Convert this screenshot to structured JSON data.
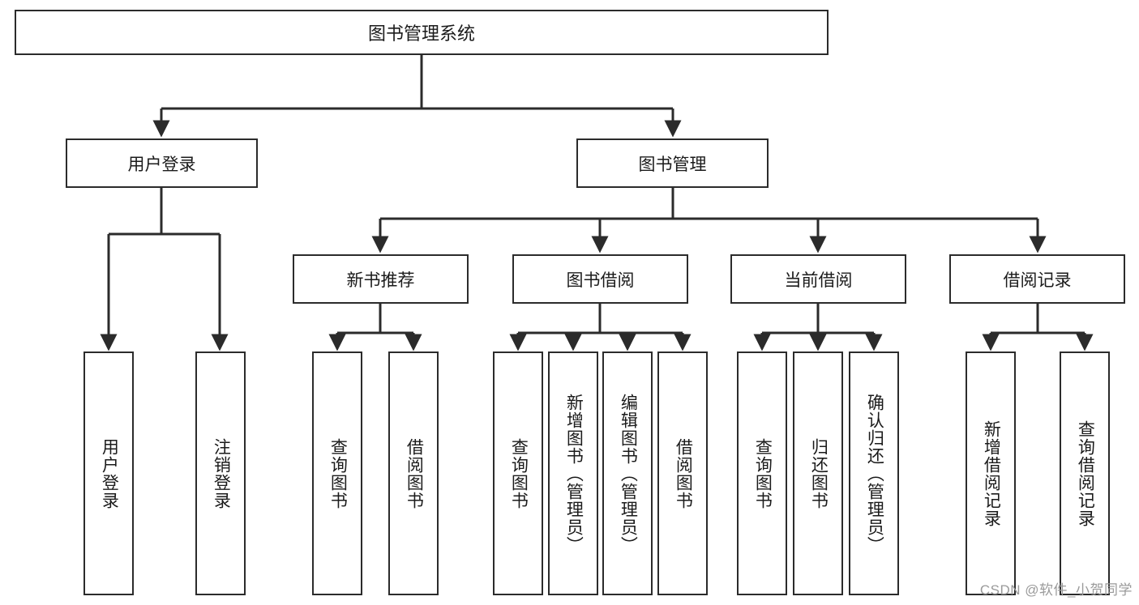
{
  "diagram": {
    "title": "图书管理系统",
    "type": "function-tree",
    "root": {
      "label": "图书管理系统"
    },
    "level2": [
      {
        "label": "用户登录"
      },
      {
        "label": "图书管理"
      }
    ],
    "level3": [
      {
        "label": "新书推荐"
      },
      {
        "label": "图书借阅"
      },
      {
        "label": "当前借阅"
      },
      {
        "label": "借阅记录"
      }
    ],
    "leaves": {
      "user_login": [
        {
          "label": "用户登录"
        },
        {
          "label": "注销登录"
        }
      ],
      "new_book": [
        {
          "label": "查询图书"
        },
        {
          "label": "借阅图书"
        }
      ],
      "book_borrow": [
        {
          "label": "查询图书"
        },
        {
          "label": "新增图书（管理员）"
        },
        {
          "label": "编辑图书（管理员）"
        },
        {
          "label": "借阅图书"
        }
      ],
      "current_borrow": [
        {
          "label": "查询图书"
        },
        {
          "label": "归还图书"
        },
        {
          "label": "确认归还（管理员）"
        }
      ],
      "borrow_record": [
        {
          "label": "新增借阅记录"
        },
        {
          "label": "查询借阅记录"
        }
      ]
    }
  },
  "watermark": {
    "text": "CSDN @软件_小贺同学"
  },
  "colors": {
    "stroke": "#2b2b2b",
    "fill": "#ffffff",
    "text": "#1b1b1b",
    "watermark": "#9a9a9a"
  }
}
